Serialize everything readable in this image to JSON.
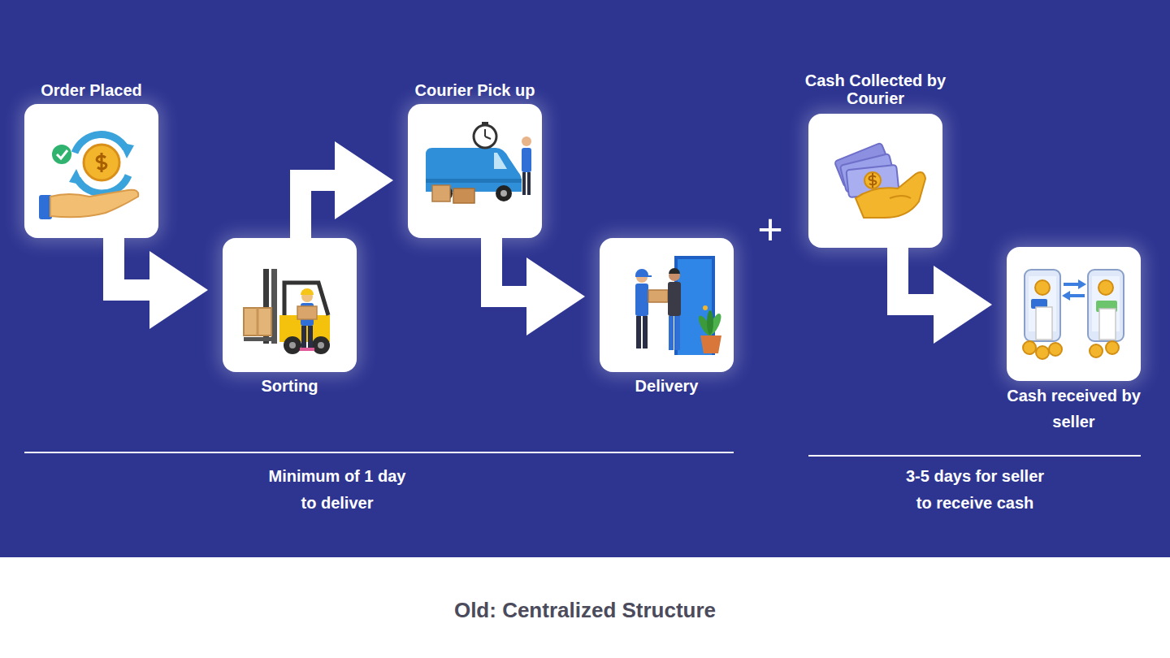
{
  "diagram": {
    "caption": "Old: Centralized Structure",
    "nodes": [
      {
        "text": [
          "Order Placed"
        ]
      },
      {
        "text": [
          "Sorting"
        ]
      },
      {
        "text": [
          "Courier Pick up"
        ]
      },
      {
        "text": [
          "Delivery"
        ]
      },
      {
        "text": [
          "Cash Collected by Courier"
        ]
      },
      {
        "text": [
          "Cash received by seller"
        ]
      }
    ],
    "edges": [
      {
        "from": 0,
        "to": 1,
        "arrow": "to"
      },
      {
        "from": 1,
        "to": 2,
        "arrow": "to"
      },
      {
        "from": 2,
        "to": 3,
        "arrow": "to"
      },
      {
        "from": 4,
        "to": 5,
        "arrow": "to"
      }
    ],
    "labels": [
      "+",
      "Minimum of 1 day to deliver",
      "3-5 days for seller to receive cash"
    ]
  }
}
